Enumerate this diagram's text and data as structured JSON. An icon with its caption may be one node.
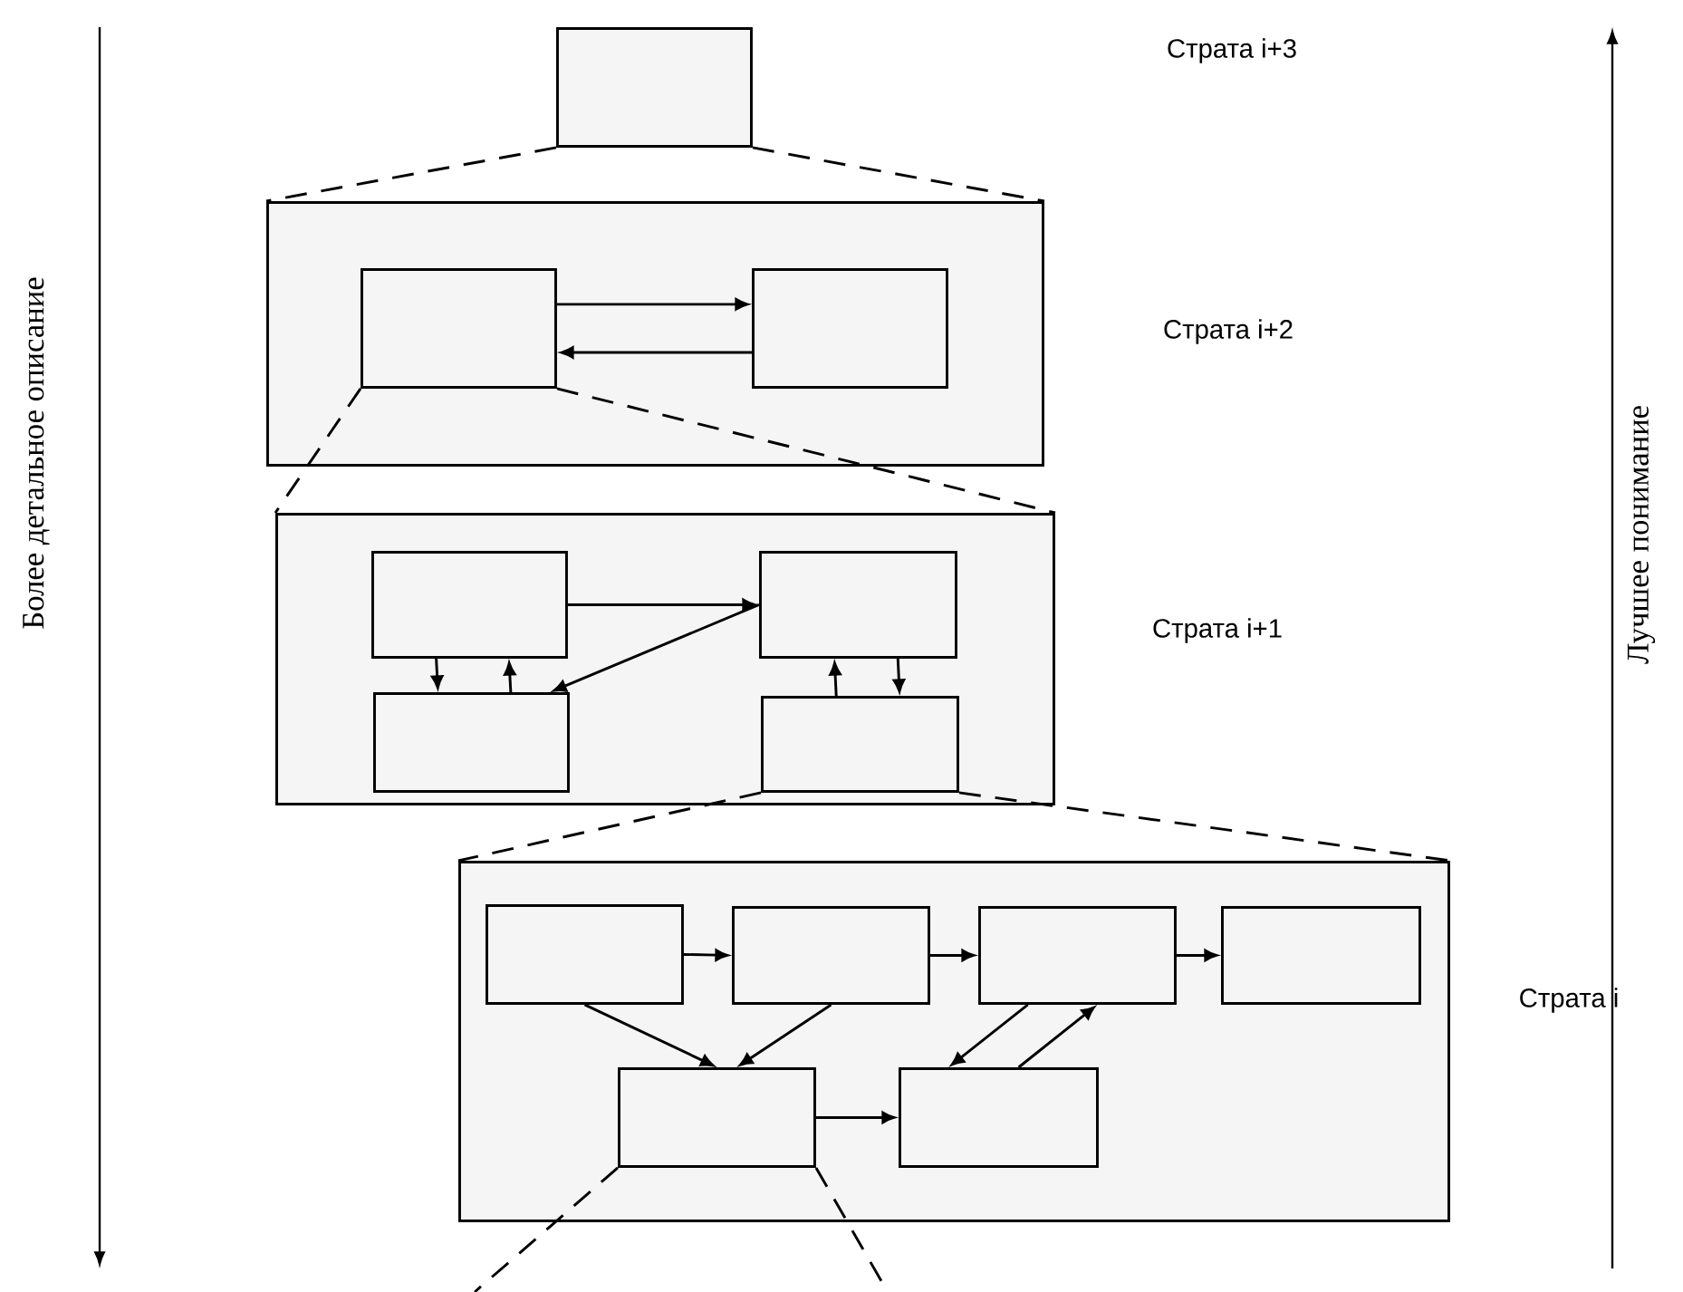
{
  "diagram": {
    "nodes": [
      {
        "text": [],
        "shape": "box"
      },
      {
        "text": [],
        "shape": "box"
      },
      {
        "text": [],
        "shape": "box",
        "in": 1
      },
      {
        "text": [],
        "shape": "box",
        "in": 1
      },
      {
        "text": [],
        "shape": "box"
      },
      {
        "text": [],
        "shape": "box",
        "in": 4
      },
      {
        "text": [],
        "shape": "box",
        "in": 4
      },
      {
        "text": [],
        "shape": "box",
        "in": 4
      },
      {
        "text": [],
        "shape": "box",
        "in": 4
      },
      {
        "text": [],
        "shape": "box"
      },
      {
        "text": [],
        "shape": "box",
        "in": 9
      },
      {
        "text": [],
        "shape": "box",
        "in": 9
      },
      {
        "text": [],
        "shape": "box",
        "in": 9
      },
      {
        "text": [],
        "shape": "box",
        "in": 9
      },
      {
        "text": [],
        "shape": "box",
        "in": 9
      },
      {
        "text": [],
        "shape": "box",
        "in": 9
      }
    ],
    "edges": [
      {
        "from": 0,
        "to": 1,
        "arrow": "none",
        "style": "dashed"
      },
      {
        "from": 0,
        "to": 1,
        "arrow": "none",
        "style": "dashed"
      },
      {
        "from": 2,
        "to": 3,
        "arrow": "to"
      },
      {
        "from": 3,
        "to": 2,
        "arrow": "to"
      },
      {
        "from": 2,
        "to": 4,
        "arrow": "none",
        "style": "dashed"
      },
      {
        "from": 2,
        "to": 4,
        "arrow": "none",
        "style": "dashed"
      },
      {
        "from": 5,
        "to": 6,
        "arrow": "to"
      },
      {
        "from": 6,
        "to": 7,
        "arrow": "to"
      },
      {
        "from": 5,
        "to": 7,
        "arrow": "to"
      },
      {
        "from": 7,
        "to": 5,
        "arrow": "to"
      },
      {
        "from": 8,
        "to": 6,
        "arrow": "to"
      },
      {
        "from": 6,
        "to": 8,
        "arrow": "to"
      },
      {
        "from": 8,
        "to": 9,
        "arrow": "none",
        "style": "dashed"
      },
      {
        "from": 8,
        "to": 9,
        "arrow": "none",
        "style": "dashed"
      },
      {
        "from": 10,
        "to": 11,
        "arrow": "to"
      },
      {
        "from": 11,
        "to": 12,
        "arrow": "to"
      },
      {
        "from": 12,
        "to": 13,
        "arrow": "to"
      },
      {
        "from": 10,
        "to": 14,
        "arrow": "to"
      },
      {
        "from": 11,
        "to": 14,
        "arrow": "to"
      },
      {
        "from": 14,
        "to": 15,
        "arrow": "to"
      },
      {
        "from": 12,
        "to": 15,
        "arrow": "to"
      },
      {
        "from": 15,
        "to": 12,
        "arrow": "to"
      },
      {
        "from": 14,
        "to": null,
        "arrow": "none",
        "style": "dashed"
      },
      {
        "from": 14,
        "to": null,
        "arrow": "none",
        "style": "dashed"
      }
    ],
    "labels": [
      "Страта i+3",
      "Более детальное описание",
      "Страта i+2",
      "Лучшее понимание",
      "Страта i+1",
      "Страта i"
    ]
  }
}
